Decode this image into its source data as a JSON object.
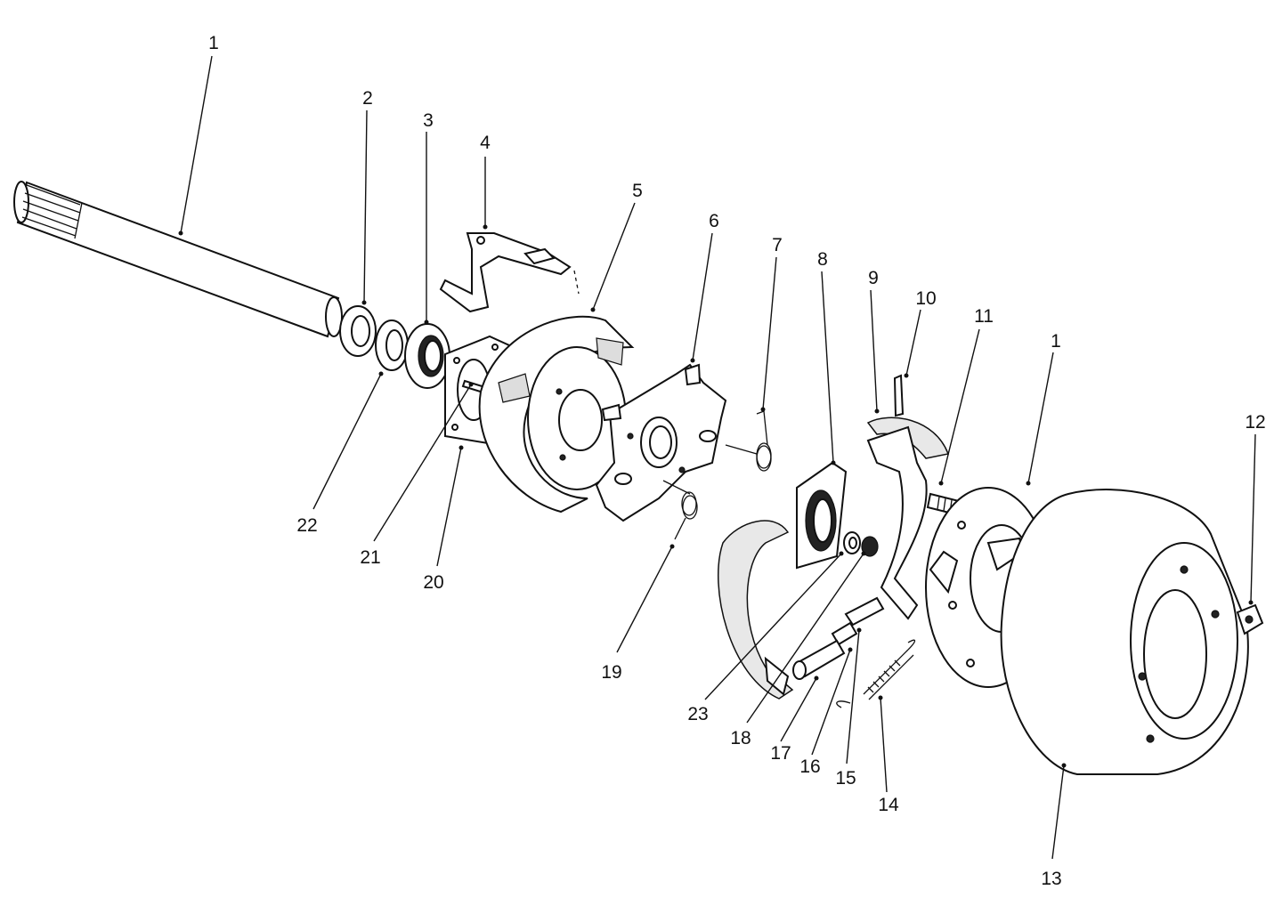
{
  "callouts": [
    {
      "id": "c1a",
      "text": "1"
    },
    {
      "id": "c2",
      "text": "2"
    },
    {
      "id": "c3",
      "text": "3"
    },
    {
      "id": "c4",
      "text": "4"
    },
    {
      "id": "c5",
      "text": "5"
    },
    {
      "id": "c6",
      "text": "6"
    },
    {
      "id": "c7",
      "text": "7"
    },
    {
      "id": "c8",
      "text": "8"
    },
    {
      "id": "c9",
      "text": "9"
    },
    {
      "id": "c10",
      "text": "10"
    },
    {
      "id": "c11",
      "text": "11"
    },
    {
      "id": "c1b",
      "text": "1"
    },
    {
      "id": "c12",
      "text": "12"
    },
    {
      "id": "c13",
      "text": "13"
    },
    {
      "id": "c14",
      "text": "14"
    },
    {
      "id": "c15",
      "text": "15"
    },
    {
      "id": "c16",
      "text": "16"
    },
    {
      "id": "c17",
      "text": "17"
    },
    {
      "id": "c18",
      "text": "18"
    },
    {
      "id": "c23",
      "text": "23"
    },
    {
      "id": "c19",
      "text": "19"
    },
    {
      "id": "c20",
      "text": "20"
    },
    {
      "id": "c21",
      "text": "21"
    },
    {
      "id": "c22",
      "text": "22"
    }
  ]
}
